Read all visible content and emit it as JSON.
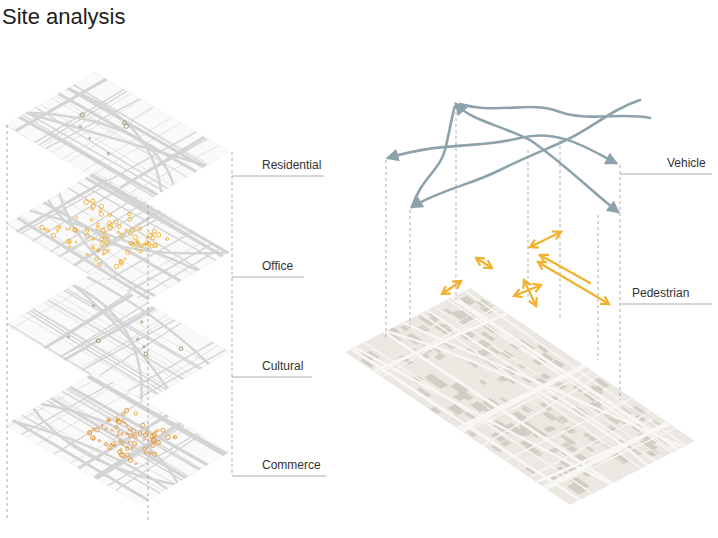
{
  "diagram": {
    "title": "Site analysis",
    "labels": [
      "Residential",
      "Office",
      "Cultural",
      "Commerce",
      "Vehicle",
      "Pedestrian"
    ]
  }
}
